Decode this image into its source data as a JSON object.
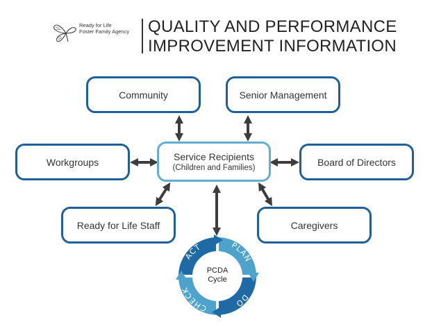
{
  "header": {
    "logo_line1": "Ready for Life",
    "logo_line2": "Foster Family Agency",
    "title_line1": "QUALITY AND PERFORMANCE",
    "title_line2": "IMPROVEMENT INFORMATION"
  },
  "nodes": {
    "community": "Community",
    "senior_management": "Senior Management",
    "workgroups": "Workgroups",
    "service_recipients": "Service Recipients",
    "service_recipients_sub": "(Children and Families)",
    "board_of_directors": "Board of Directors",
    "staff": "Ready for Life Staff",
    "caregivers": "Caregivers"
  },
  "cycle": {
    "center_line1": "PCDA",
    "center_line2": "Cycle",
    "segments": [
      "PLAN",
      "DO",
      "CHECK",
      "ACT"
    ]
  },
  "colors": {
    "box_border": "#1f5f99",
    "center_border": "#62aed0",
    "arrow": "#3d3d3d",
    "cycle_dark": "#1f6aa5",
    "cycle_light": "#4da3cc"
  }
}
